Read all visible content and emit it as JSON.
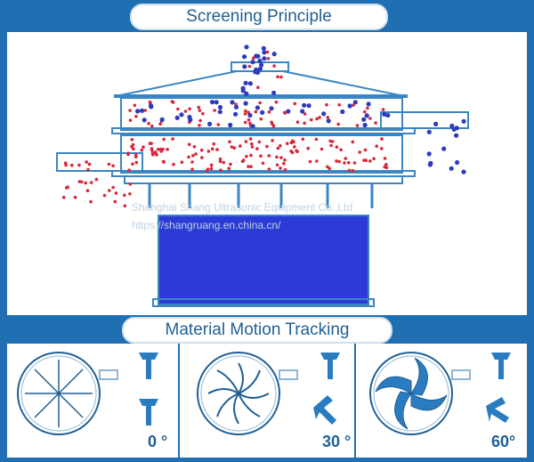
{
  "sections": {
    "screening_title": "Screening Principle",
    "motion_title": "Material Motion Tracking"
  },
  "watermark": {
    "company": "Shanghai Shang Ultrasonic Equipment Co.,Ltd",
    "url": "https://shangruang.en.china.cn/"
  },
  "angles": [
    "0 °",
    "30 °",
    "60°"
  ],
  "colors": {
    "brand_blue": "#1f6fb2",
    "particle_red": "#d9263a",
    "particle_blue": "#2d3bbd",
    "machine_outline": "#3a86c4",
    "base_fill": "#2d3bd6"
  }
}
